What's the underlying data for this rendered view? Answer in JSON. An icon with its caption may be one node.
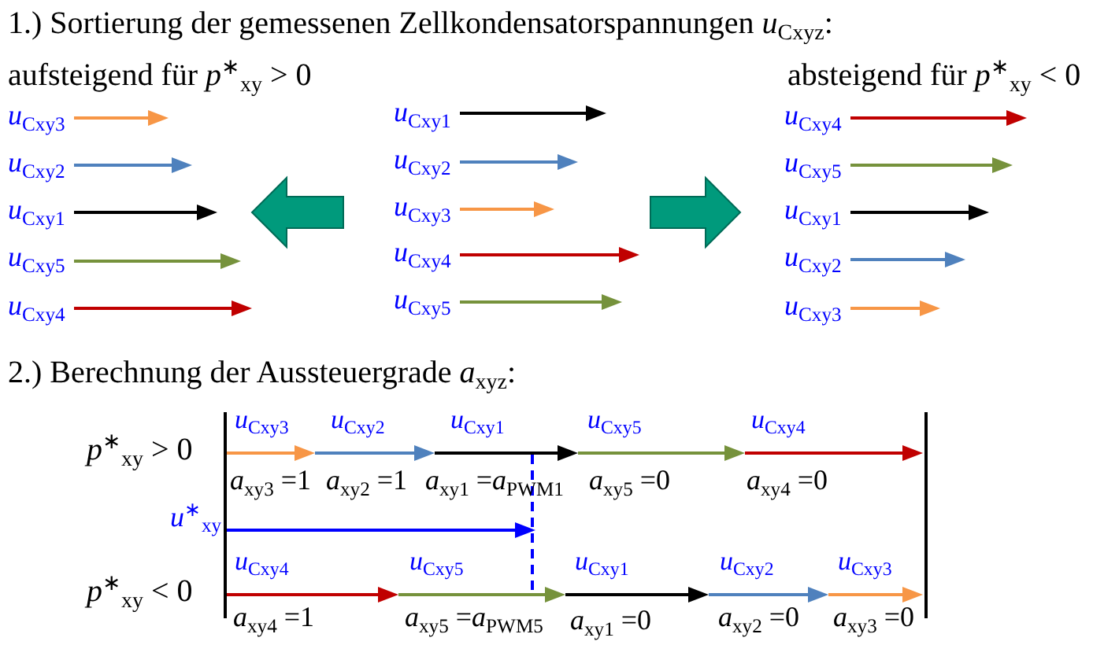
{
  "diagram": {
    "labels": [
      "1.) Sortierung der gemessenen Zellkondensatorspannungen *u*$_{Cxyz}$:",
      "aufsteigend für *p*$^{∗}$$_{xy}$ > 0",
      "absteigend für *p*$^{∗}$$_{xy}$ < 0",
      "*u*$_{Cxy3}$",
      "*u*$_{Cxy2}$",
      "*u*$_{Cxy1}$",
      "*u*$_{Cxy5}$",
      "*u*$_{Cxy4}$",
      "*u*$_{Cxy1}$",
      "*u*$_{Cxy2}$",
      "*u*$_{Cxy3}$",
      "*u*$_{Cxy4}$",
      "*u*$_{Cxy5}$",
      "*u*$_{Cxy4}$",
      "*u*$_{Cxy5}$",
      "*u*$_{Cxy1}$",
      "*u*$_{Cxy2}$",
      "*u*$_{Cxy3}$",
      "2.) Berechnung der Aussteuergrade *a*$_{xyz}$:",
      "*p*$^{∗}$$_{xy}$ > 0",
      "*u*$_{Cxy3}$",
      "*u*$_{Cxy2}$",
      "*u*$_{Cxy1}$",
      "*u*$_{Cxy5}$",
      "*u*$_{Cxy4}$",
      "*a*$_{xy3}$ =1",
      "*a*$_{xy2}$ =1",
      "*a*$_{xy1}$ =*a*$_{PWM1}$",
      "*a*$_{xy5}$ =0",
      "*a*$_{xy4}$ =0",
      "*u*$^{∗}$$_{xy}$",
      "*p*$^{∗}$$_{xy}$ < 0",
      "*u*$_{Cxy4}$",
      "*u*$_{Cxy5}$",
      "*u*$_{Cxy1}$",
      "*u*$_{Cxy2}$",
      "*u*$_{Cxy3}$",
      "*a*$_{xy4}$ =1",
      "*a*$_{xy5}$ =*a*$_{PWM5}$",
      "*a*$_{xy1}$ =0",
      "*a*$_{xy2}$ =0",
      "*a*$_{xy3}$ =0"
    ]
  }
}
